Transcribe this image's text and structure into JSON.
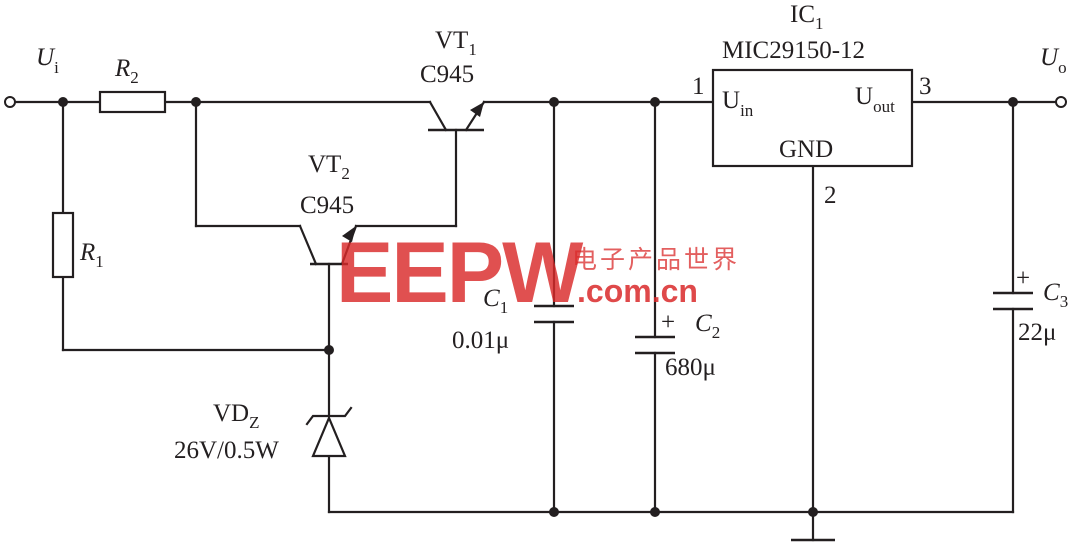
{
  "input": {
    "symbol": "U",
    "sub": "i"
  },
  "output": {
    "symbol": "U",
    "sub": "o"
  },
  "r1": {
    "symbol": "R",
    "sub": "1"
  },
  "r2": {
    "symbol": "R",
    "sub": "2"
  },
  "vt1": {
    "name": "VT",
    "sub": "1",
    "part": "C945"
  },
  "vt2": {
    "name": "VT",
    "sub": "2",
    "part": "C945"
  },
  "ic1": {
    "name": "IC",
    "sub": "1",
    "part": "MIC29150-12",
    "pin_in_label": "U",
    "pin_in_sub": "in",
    "pin_out_label": "U",
    "pin_out_sub": "out",
    "gnd_label": "GND",
    "pin_in_num": "1",
    "pin_out_num": "3",
    "pin_gnd_num": "2"
  },
  "c1": {
    "symbol": "C",
    "sub": "1",
    "value": "0.01μ"
  },
  "c2": {
    "symbol": "C",
    "sub": "2",
    "value": "680μ",
    "polarity": "+"
  },
  "c3": {
    "symbol": "C",
    "sub": "3",
    "value": "22μ",
    "polarity": "+"
  },
  "vdz": {
    "name": "VD",
    "sub": "Z",
    "rating": "26V/0.5W"
  },
  "watermark": {
    "brand": "EEPW",
    "url": ".com.cn",
    "cn": "电子产品世界"
  },
  "colors": {
    "ink": "#231f20",
    "watermark": "#d9292a"
  }
}
